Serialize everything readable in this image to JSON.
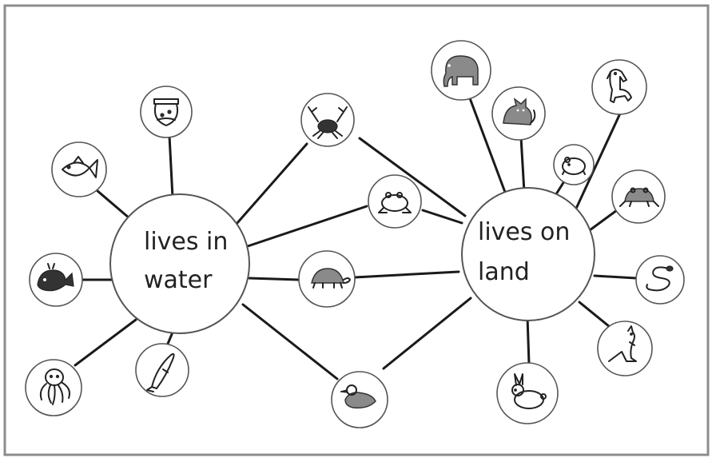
{
  "hubs": {
    "water": {
      "line1": "lives in",
      "line2": "water"
    },
    "land": {
      "line1": "lives on",
      "line2": "land"
    }
  },
  "animals": [
    {
      "icon": "fishbowl-icon",
      "habitat": [
        "water"
      ]
    },
    {
      "icon": "fish-icon",
      "habitat": [
        "water"
      ]
    },
    {
      "icon": "whale-icon",
      "habitat": [
        "water"
      ]
    },
    {
      "icon": "octopus-icon",
      "habitat": [
        "water"
      ]
    },
    {
      "icon": "dolphin-icon",
      "habitat": [
        "water"
      ]
    },
    {
      "icon": "crab-icon",
      "habitat": [
        "water",
        "land"
      ]
    },
    {
      "icon": "frog-icon",
      "habitat": [
        "water",
        "land"
      ]
    },
    {
      "icon": "turtle-icon",
      "habitat": [
        "water",
        "land"
      ]
    },
    {
      "icon": "duck-icon",
      "habitat": [
        "water",
        "land"
      ]
    },
    {
      "icon": "elephant-icon",
      "habitat": [
        "land"
      ]
    },
    {
      "icon": "cat-icon",
      "habitat": [
        "land"
      ]
    },
    {
      "icon": "dog-icon",
      "habitat": [
        "land"
      ]
    },
    {
      "icon": "hamster-icon",
      "habitat": [
        "land"
      ]
    },
    {
      "icon": "toad-icon",
      "habitat": [
        "land"
      ]
    },
    {
      "icon": "snake-icon",
      "habitat": [
        "land"
      ]
    },
    {
      "icon": "kangaroo-icon",
      "habitat": [
        "land"
      ]
    },
    {
      "icon": "rabbit-icon",
      "habitat": [
        "land"
      ]
    }
  ]
}
